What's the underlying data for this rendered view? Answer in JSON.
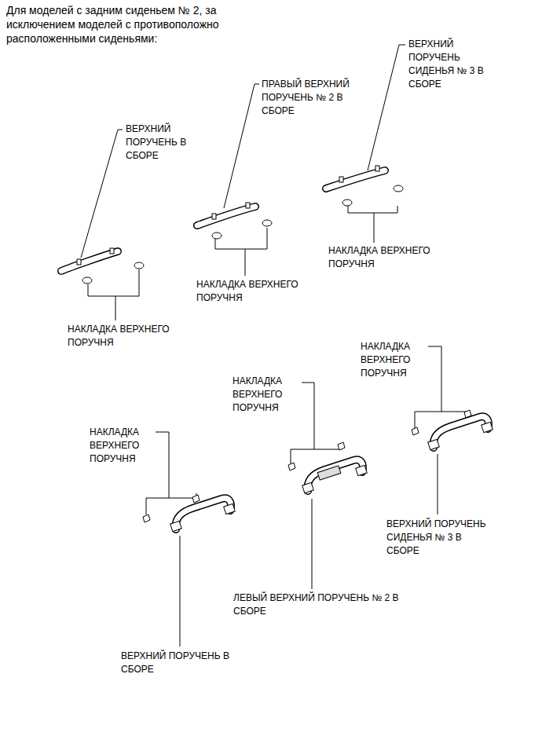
{
  "diagram": {
    "title": "Для моделей с задним сиденьем № 2, за исключением моделей с противоположно расположенными сиденьями:",
    "labels": [
      "ВЕРХНИЙ ПОРУЧЕНЬ СИДЕНЬЯ № 3 В СБОРЕ",
      "ПРАВЫЙ ВЕРХНИЙ ПОРУЧЕНЬ № 2 В СБОРЕ",
      "ВЕРХНИЙ ПОРУЧЕНЬ В СБОРЕ",
      "НАКЛАДКА ВЕРХНЕГО ПОРУЧНЯ",
      "НАКЛАДКА ВЕРХНЕГО ПОРУЧНЯ",
      "НАКЛАДКА ВЕРХНЕГО ПОРУЧНЯ",
      "НАКЛАДКА ВЕРХНЕГО ПОРУЧНЯ",
      "НАКЛАДКА ВЕРХНЕГО ПОРУЧНЯ",
      "НАКЛАДКА ВЕРХНЕГО ПОРУЧНЯ",
      "ВЕРХНИЙ ПОРУЧЕНЬ СИДЕНЬЯ № 3 В СБОРЕ",
      "ЛЕВЫЙ ВЕРХНИЙ ПОРУЧЕНЬ № 2 В СБОРЕ",
      "ВЕРХНИЙ ПОРУЧЕНЬ В СБОРЕ"
    ]
  }
}
